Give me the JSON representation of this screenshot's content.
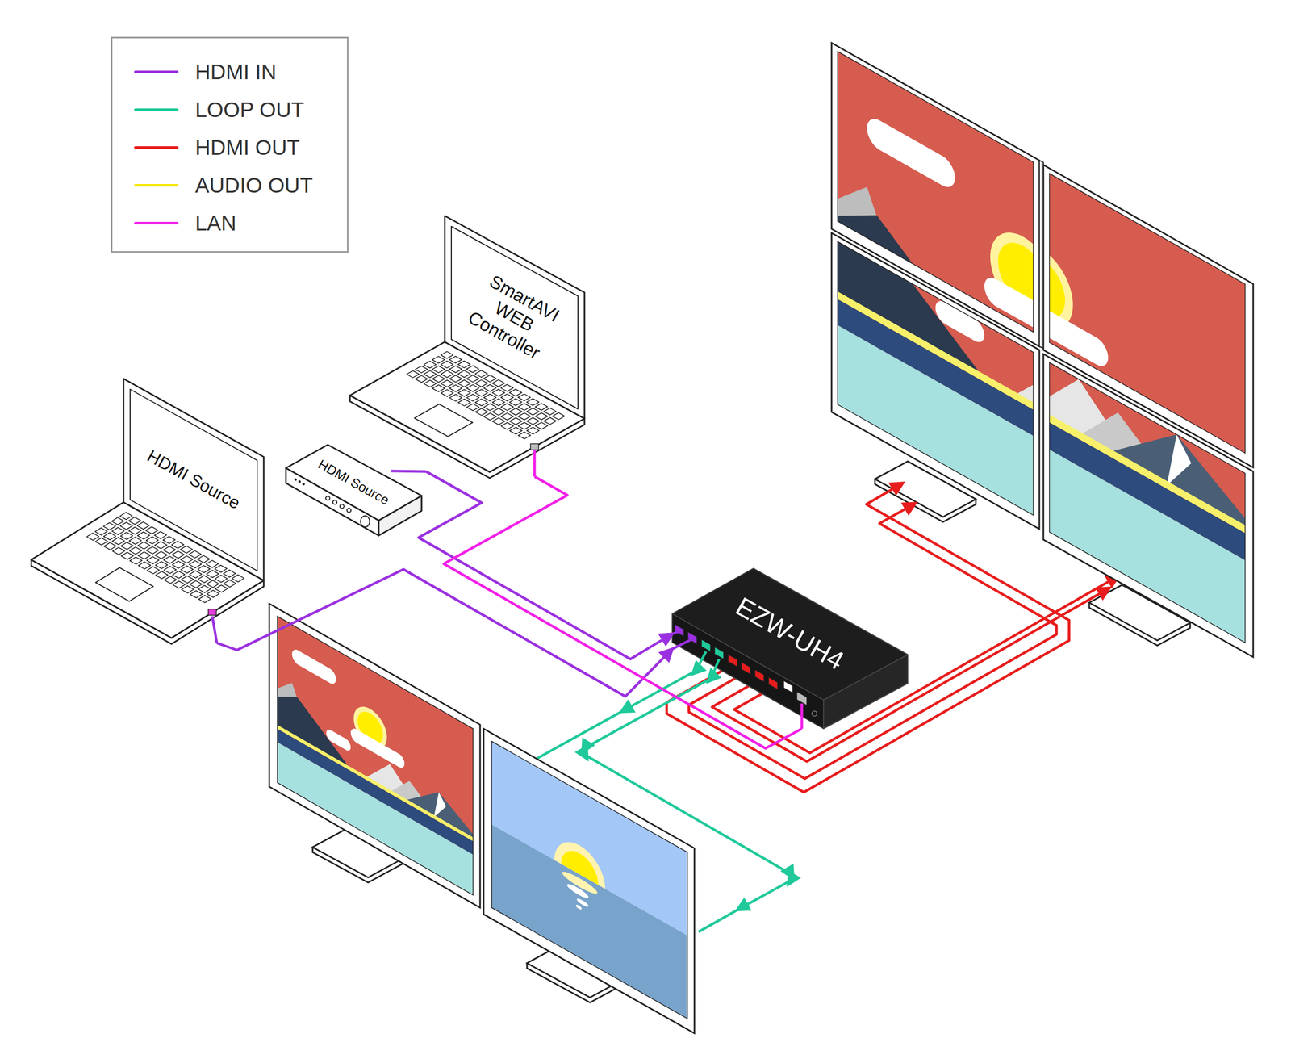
{
  "diagram": {
    "nodes": [
      {
        "text": [
          "HDMI Source"
        ]
      },
      {
        "text": [
          "HDMI Source"
        ]
      },
      {
        "text": [
          "SmartAVI WEB Controller"
        ]
      },
      {
        "text": [
          "EZW-UH4"
        ]
      }
    ],
    "edges": [
      {
        "from": 0,
        "to": 3,
        "arrow": "to"
      },
      {
        "from": 1,
        "to": 3,
        "arrow": "to"
      },
      {
        "from": 2,
        "to": 3,
        "arrow": "none"
      }
    ],
    "legend": [
      {
        "text": "HDMI IN",
        "color": "#9b30e0"
      },
      {
        "text": "LOOP OUT",
        "color": "#1fc99a"
      },
      {
        "text": "HDMI OUT",
        "color": "#e81c1c"
      },
      {
        "text": "AUDIO OUT",
        "color": "#f2e600"
      },
      {
        "text": "LAN",
        "color": "#f21fe8"
      }
    ]
  }
}
